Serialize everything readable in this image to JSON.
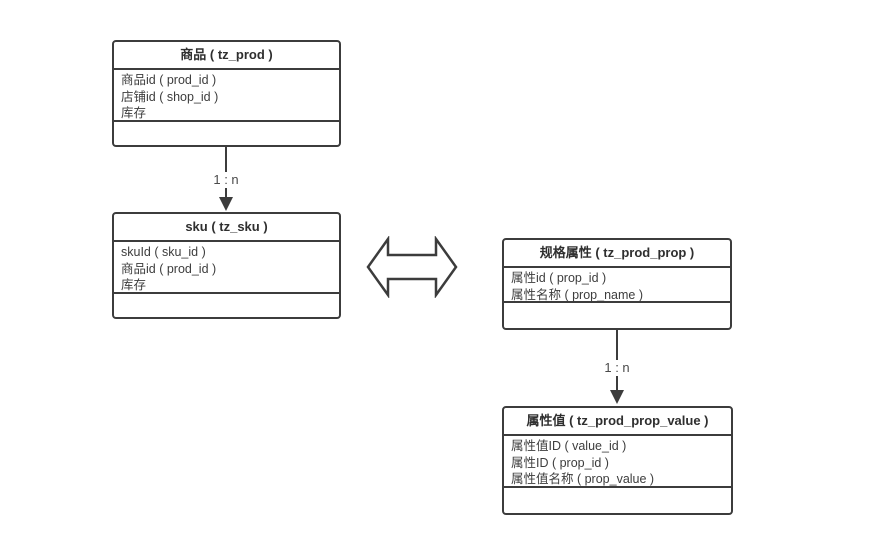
{
  "diagram": {
    "background": "#ffffff",
    "line_color": "#3c3c3c",
    "text_color": "#3d3d3d",
    "entities": [
      {
        "id": "prod",
        "title": "商品 ( tz_prod )",
        "fields": [
          "商品id ( prod_id )",
          "店铺id ( shop_id )",
          "库存"
        ]
      },
      {
        "id": "sku",
        "title": "sku ( tz_sku )",
        "fields": [
          "skuId ( sku_id )",
          "商品id ( prod_id )",
          "库存"
        ]
      },
      {
        "id": "prod_prop",
        "title": "规格属性 ( tz_prod_prop )",
        "fields": [
          "属性id ( prop_id )",
          "属性名称 ( prop_name )"
        ]
      },
      {
        "id": "prod_prop_value",
        "title": "属性值 ( tz_prod_prop_value )",
        "fields": [
          "属性值ID ( value_id )",
          "属性ID ( prop_id )",
          "属性值名称 ( prop_value )"
        ]
      }
    ],
    "connectors": [
      {
        "from": "prod",
        "to": "sku",
        "label": "1 : n"
      },
      {
        "from": "prod_prop",
        "to": "prod_prop_value",
        "label": "1 : n"
      }
    ],
    "relation": {
      "type": "double-headed-horizontal-arrow",
      "between": [
        "sku",
        "prod_prop"
      ]
    }
  }
}
